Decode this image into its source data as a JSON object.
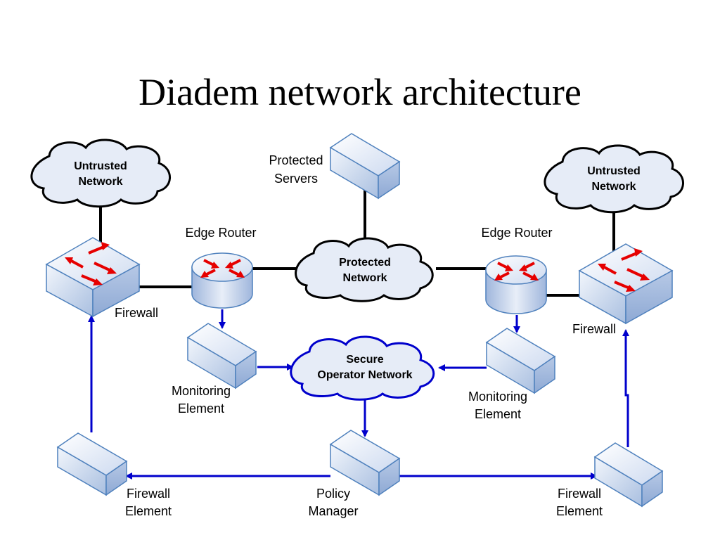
{
  "title": "Diadem network architecture",
  "colors": {
    "link_black": "#000000",
    "link_blue": "#0000cc",
    "device_fill": "#cfdcf0",
    "device_stroke": "#4f81bd",
    "arrow_red": "#e60000",
    "cloud_fill": "#e6ecf7"
  },
  "nodes": {
    "untrusted_left": [
      "Untrusted",
      "Network"
    ],
    "untrusted_right": [
      "Untrusted",
      "Network"
    ],
    "protected_network": [
      "Protected",
      "Network"
    ],
    "secure_operator": [
      "Secure",
      "Operator Network"
    ],
    "protected_servers": [
      "Protected",
      "Servers"
    ],
    "edge_router_left": "Edge Router",
    "edge_router_right": "Edge Router",
    "firewall_left": "Firewall",
    "firewall_right": "Firewall",
    "monitoring_left": [
      "Monitoring",
      "Element"
    ],
    "monitoring_right": [
      "Monitoring",
      "Element"
    ],
    "firewall_element_left": [
      "Firewall",
      "Element"
    ],
    "firewall_element_right": [
      "Firewall",
      "Element"
    ],
    "policy_manager": [
      "Policy",
      "Manager"
    ]
  }
}
